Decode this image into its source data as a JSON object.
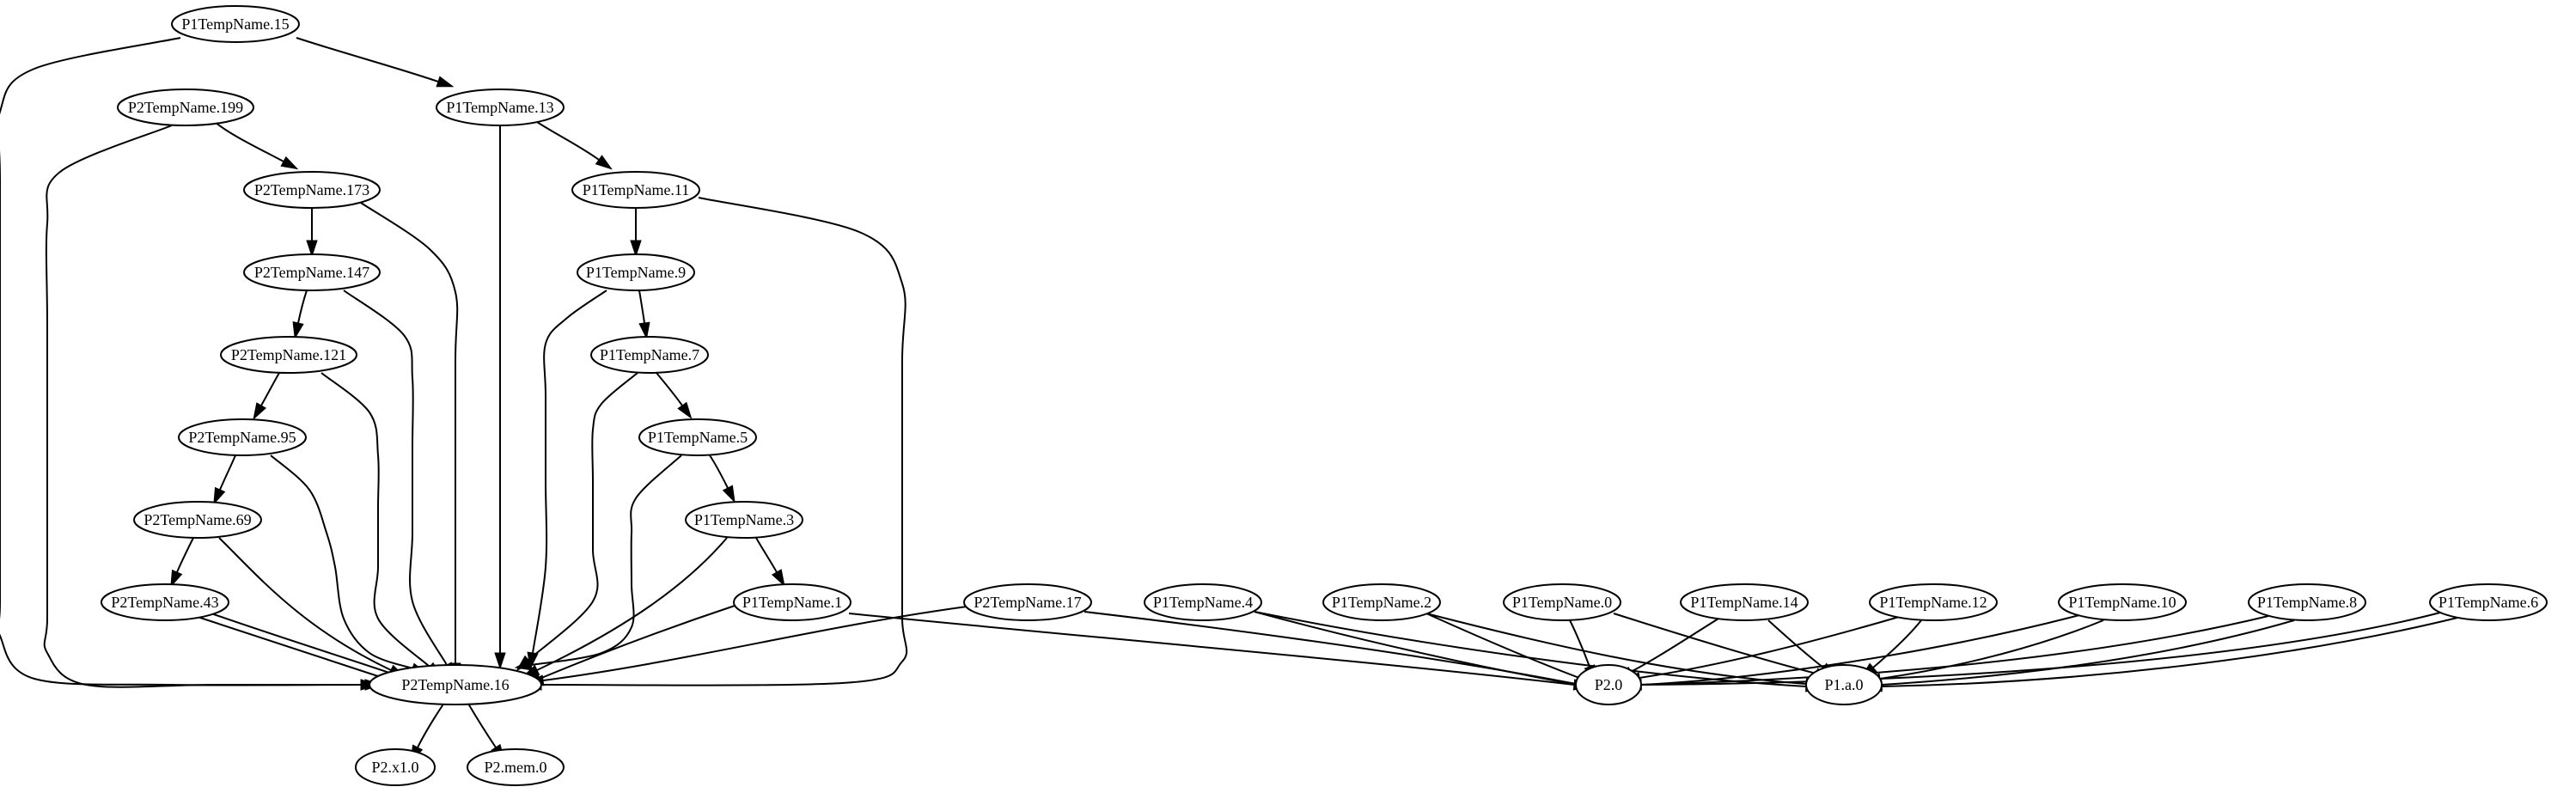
{
  "graph": {
    "nodes": [
      {
        "id": "P1TempName.15",
        "label": "P1TempName.15"
      },
      {
        "id": "P1TempName.13",
        "label": "P1TempName.13"
      },
      {
        "id": "P1TempName.11",
        "label": "P1TempName.11"
      },
      {
        "id": "P1TempName.9",
        "label": "P1TempName.9"
      },
      {
        "id": "P1TempName.7",
        "label": "P1TempName.7"
      },
      {
        "id": "P1TempName.5",
        "label": "P1TempName.5"
      },
      {
        "id": "P1TempName.3",
        "label": "P1TempName.3"
      },
      {
        "id": "P1TempName.1",
        "label": "P1TempName.1"
      },
      {
        "id": "P2TempName.199",
        "label": "P2TempName.199"
      },
      {
        "id": "P2TempName.173",
        "label": "P2TempName.173"
      },
      {
        "id": "P2TempName.147",
        "label": "P2TempName.147"
      },
      {
        "id": "P2TempName.121",
        "label": "P2TempName.121"
      },
      {
        "id": "P2TempName.95",
        "label": "P2TempName.95"
      },
      {
        "id": "P2TempName.69",
        "label": "P2TempName.69"
      },
      {
        "id": "P2TempName.43",
        "label": "P2TempName.43"
      },
      {
        "id": "P2TempName.17",
        "label": "P2TempName.17"
      },
      {
        "id": "P2TempName.16",
        "label": "P2TempName.16"
      },
      {
        "id": "P2.x1.0",
        "label": "P2.x1.0"
      },
      {
        "id": "P2.mem.0",
        "label": "P2.mem.0"
      },
      {
        "id": "P1TempName.4",
        "label": "P1TempName.4"
      },
      {
        "id": "P1TempName.2",
        "label": "P1TempName.2"
      },
      {
        "id": "P1TempName.0",
        "label": "P1TempName.0"
      },
      {
        "id": "P1TempName.14",
        "label": "P1TempName.14"
      },
      {
        "id": "P1TempName.12",
        "label": "P1TempName.12"
      },
      {
        "id": "P1TempName.10",
        "label": "P1TempName.10"
      },
      {
        "id": "P1TempName.8",
        "label": "P1TempName.8"
      },
      {
        "id": "P1TempName.6",
        "label": "P1TempName.6"
      },
      {
        "id": "P2.0",
        "label": "P2.0"
      },
      {
        "id": "P1.a.0",
        "label": "P1.a.0"
      }
    ],
    "edges": [
      {
        "from": "P1TempName.15",
        "to": "P1TempName.13"
      },
      {
        "from": "P1TempName.15",
        "to": "P2TempName.16"
      },
      {
        "from": "P1TempName.13",
        "to": "P1TempName.11"
      },
      {
        "from": "P1TempName.13",
        "to": "P2TempName.16"
      },
      {
        "from": "P1TempName.11",
        "to": "P1TempName.9"
      },
      {
        "from": "P1TempName.11",
        "to": "P2TempName.16"
      },
      {
        "from": "P1TempName.9",
        "to": "P1TempName.7"
      },
      {
        "from": "P1TempName.9",
        "to": "P2TempName.16"
      },
      {
        "from": "P1TempName.7",
        "to": "P1TempName.5"
      },
      {
        "from": "P1TempName.7",
        "to": "P2TempName.16"
      },
      {
        "from": "P1TempName.5",
        "to": "P1TempName.3"
      },
      {
        "from": "P1TempName.5",
        "to": "P2TempName.16"
      },
      {
        "from": "P1TempName.3",
        "to": "P1TempName.1"
      },
      {
        "from": "P1TempName.3",
        "to": "P2TempName.16"
      },
      {
        "from": "P1TempName.1",
        "to": "P2TempName.16"
      },
      {
        "from": "P1TempName.1",
        "to": "P2.0"
      },
      {
        "from": "P2TempName.199",
        "to": "P2TempName.173"
      },
      {
        "from": "P2TempName.199",
        "to": "P2TempName.16"
      },
      {
        "from": "P2TempName.173",
        "to": "P2TempName.147"
      },
      {
        "from": "P2TempName.173",
        "to": "P2TempName.16"
      },
      {
        "from": "P2TempName.147",
        "to": "P2TempName.121"
      },
      {
        "from": "P2TempName.147",
        "to": "P2TempName.16"
      },
      {
        "from": "P2TempName.121",
        "to": "P2TempName.95"
      },
      {
        "from": "P2TempName.121",
        "to": "P2TempName.16"
      },
      {
        "from": "P2TempName.95",
        "to": "P2TempName.69"
      },
      {
        "from": "P2TempName.95",
        "to": "P2TempName.16"
      },
      {
        "from": "P2TempName.69",
        "to": "P2TempName.43"
      },
      {
        "from": "P2TempName.69",
        "to": "P2TempName.16"
      },
      {
        "from": "P2TempName.43",
        "to": "P2TempName.16"
      },
      {
        "from": "P2TempName.43",
        "to": "P2TempName.16"
      },
      {
        "from": "P2TempName.17",
        "to": "P2TempName.16"
      },
      {
        "from": "P2TempName.17",
        "to": "P2.0"
      },
      {
        "from": "P2TempName.16",
        "to": "P2.x1.0"
      },
      {
        "from": "P2TempName.16",
        "to": "P2.mem.0"
      },
      {
        "from": "P1TempName.4",
        "to": "P2.0"
      },
      {
        "from": "P1TempName.4",
        "to": "P1.a.0"
      },
      {
        "from": "P1TempName.2",
        "to": "P2.0"
      },
      {
        "from": "P1TempName.2",
        "to": "P1.a.0"
      },
      {
        "from": "P1TempName.0",
        "to": "P2.0"
      },
      {
        "from": "P1TempName.0",
        "to": "P1.a.0"
      },
      {
        "from": "P1TempName.14",
        "to": "P2.0"
      },
      {
        "from": "P1TempName.14",
        "to": "P1.a.0"
      },
      {
        "from": "P1TempName.12",
        "to": "P2.0"
      },
      {
        "from": "P1TempName.12",
        "to": "P1.a.0"
      },
      {
        "from": "P1TempName.10",
        "to": "P2.0"
      },
      {
        "from": "P1TempName.10",
        "to": "P1.a.0"
      },
      {
        "from": "P1TempName.8",
        "to": "P2.0"
      },
      {
        "from": "P1TempName.8",
        "to": "P1.a.0"
      },
      {
        "from": "P1TempName.6",
        "to": "P2.0"
      },
      {
        "from": "P1TempName.6",
        "to": "P1.a.0"
      }
    ]
  }
}
